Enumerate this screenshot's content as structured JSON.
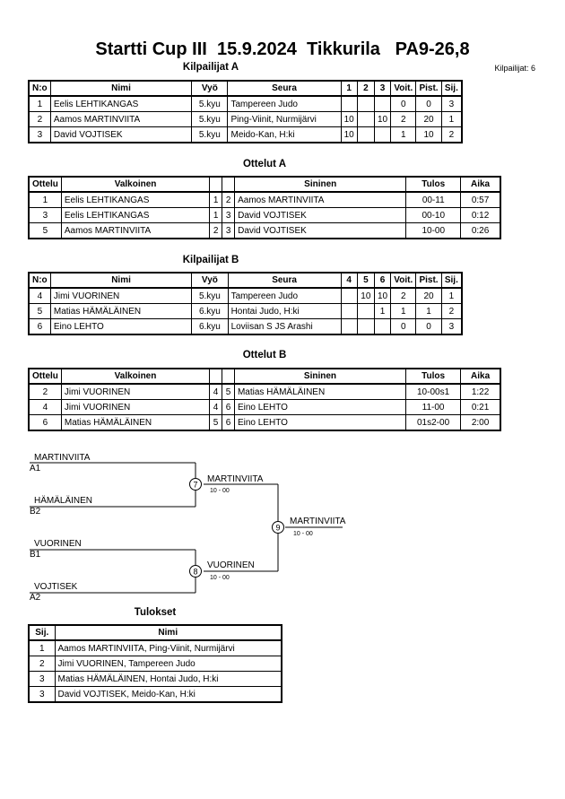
{
  "header": {
    "title": "Startti Cup III  15.9.2024  Tikkurila   PA9-26,8",
    "participants_label": "Kilpailijat: 6"
  },
  "pool_a": {
    "title": "Kilpailijat A",
    "headers": [
      "N:o",
      "Nimi",
      "Vyö",
      "Seura",
      "1",
      "2",
      "3",
      "Voit.",
      "Pist.",
      "Sij."
    ],
    "rows": [
      [
        "1",
        "Eelis LEHTIKANGAS",
        "5.kyu",
        "Tampereen Judo",
        "",
        "",
        "",
        "0",
        "0",
        "3"
      ],
      [
        "2",
        "Aamos MARTINVIITA",
        "5.kyu",
        "Ping-Viinit, Nurmijärvi",
        "10",
        "",
        "10",
        "2",
        "20",
        "1"
      ],
      [
        "3",
        "David VOJTISEK",
        "5.kyu",
        "Meido-Kan, H:ki",
        "10",
        "",
        "",
        "1",
        "10",
        "2"
      ]
    ]
  },
  "matches_a": {
    "title": "Ottelut A",
    "headers": [
      "Ottelu",
      "Valkoinen",
      "",
      "",
      "Sininen",
      "Tulos",
      "Aika"
    ],
    "rows": [
      [
        "1",
        "Eelis LEHTIKANGAS",
        "1",
        "2",
        "Aamos MARTINVIITA",
        "00-11",
        "0:57"
      ],
      [
        "3",
        "Eelis LEHTIKANGAS",
        "1",
        "3",
        "David VOJTISEK",
        "00-10",
        "0:12"
      ],
      [
        "5",
        "Aamos MARTINVIITA",
        "2",
        "3",
        "David VOJTISEK",
        "10-00",
        "0:26"
      ]
    ]
  },
  "pool_b": {
    "title": "Kilpailijat B",
    "headers": [
      "N:o",
      "Nimi",
      "Vyö",
      "Seura",
      "4",
      "5",
      "6",
      "Voit.",
      "Pist.",
      "Sij."
    ],
    "rows": [
      [
        "4",
        "Jimi VUORINEN",
        "5.kyu",
        "Tampereen Judo",
        "",
        "10",
        "10",
        "2",
        "20",
        "1"
      ],
      [
        "5",
        "Matias HÄMÄLÄINEN",
        "6.kyu",
        "Hontai Judo, H:ki",
        "",
        "",
        "1",
        "1",
        "1",
        "2"
      ],
      [
        "6",
        "Eino LEHTO",
        "6.kyu",
        "Loviisan S JS Arashi",
        "",
        "",
        "",
        "0",
        "0",
        "3"
      ]
    ]
  },
  "matches_b": {
    "title": "Ottelut B",
    "headers": [
      "Ottelu",
      "Valkoinen",
      "",
      "",
      "Sininen",
      "Tulos",
      "Aika"
    ],
    "rows": [
      [
        "2",
        "Jimi VUORINEN",
        "4",
        "5",
        "Matias HÄMÄLÄINEN",
        "10-00s1",
        "1:22"
      ],
      [
        "4",
        "Jimi VUORINEN",
        "4",
        "6",
        "Eino LEHTO",
        "11-00",
        "0:21"
      ],
      [
        "6",
        "Matias HÄMÄLÄINEN",
        "5",
        "6",
        "Eino LEHTO",
        "01s2-00",
        "2:00"
      ]
    ]
  },
  "bracket": {
    "entrants": [
      {
        "name": "MARTINVIITA",
        "seed": "A1"
      },
      {
        "name": "HÄMÄLÄINEN",
        "seed": "B2"
      },
      {
        "name": "VUORINEN",
        "seed": "B1"
      },
      {
        "name": "VOJTISEK",
        "seed": "A2"
      }
    ],
    "semis": [
      {
        "match": "7",
        "winner": "MARTINVIITA",
        "score": "10 - 00"
      },
      {
        "match": "8",
        "winner": "VUORINEN",
        "score": "10 - 00"
      }
    ],
    "final": {
      "match": "9",
      "winner": "MARTINVIITA",
      "score": "10 - 00"
    }
  },
  "results": {
    "title": "Tulokset",
    "headers": [
      "Sij.",
      "Nimi"
    ],
    "rows": [
      [
        "1",
        "Aamos MARTINVIITA, Ping-Viinit, Nurmijärvi"
      ],
      [
        "2",
        "Jimi VUORINEN, Tampereen Judo"
      ],
      [
        "3",
        "Matias HÄMÄLÄINEN, Hontai Judo, H:ki"
      ],
      [
        "3",
        "David VOJTISEK, Meido-Kan, H:ki"
      ]
    ]
  }
}
